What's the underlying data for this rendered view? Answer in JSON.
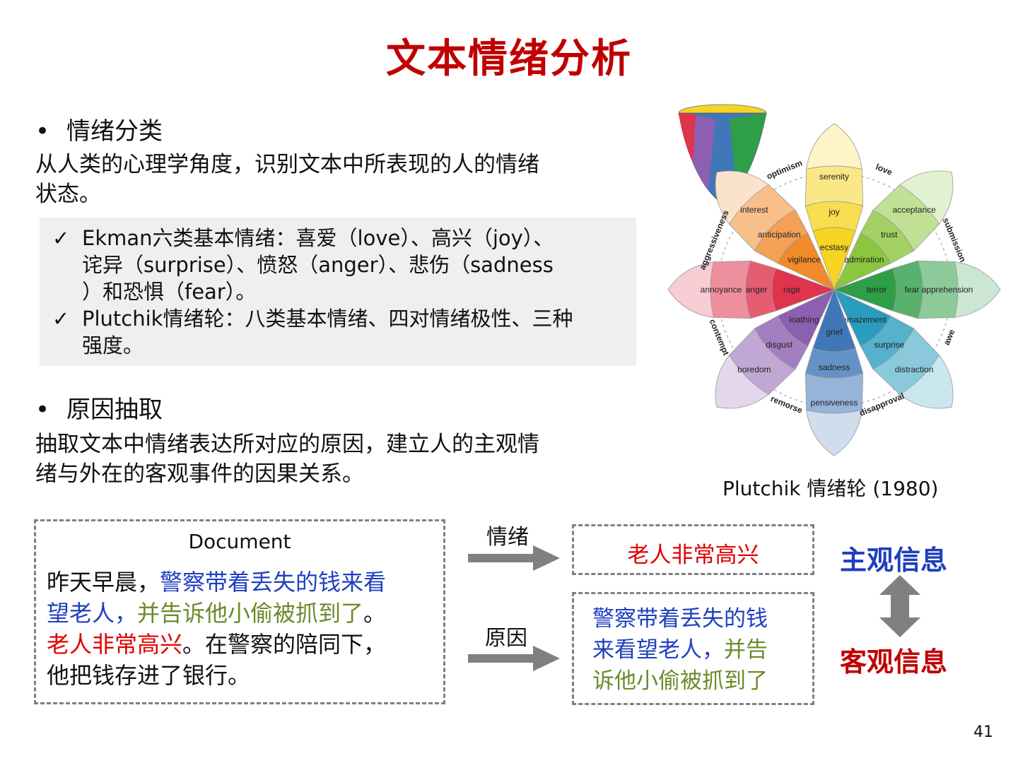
{
  "title": "文本情绪分析",
  "section1": {
    "bullet": "•",
    "heading": "情绪分类",
    "paragraph_line1": "从人类的心理学角度，识别文本中所表现的人的情绪",
    "paragraph_line2": "状态。",
    "checks": [
      {
        "mark": "✓",
        "lines": [
          "Ekman六类基本情绪：喜爱（love）、高兴（joy）、",
          "诧异（surprise）、愤怒（anger）、悲伤（sadness",
          "）和恐惧（fear）。"
        ]
      },
      {
        "mark": "✓",
        "lines": [
          "Plutchik情绪轮：八类基本情绪、四对情绪极性、三种",
          "强度。"
        ]
      }
    ]
  },
  "section2": {
    "bullet": "•",
    "heading": "原因抽取",
    "paragraph_line1": "抽取文本中情绪表达所对应的原因，建立人的主观情",
    "paragraph_line2": "绪与外在的客观事件的因果关系。"
  },
  "wheel": {
    "caption": "Plutchik 情绪轮 (1980)",
    "petals": [
      {
        "outer": "serenity",
        "middle": "joy",
        "inner": "ecstasy",
        "color": "#f5d423"
      },
      {
        "outer": "acceptance",
        "middle": "trust",
        "inner": "admiration",
        "color": "#8cc63f"
      },
      {
        "outer": "apprehension",
        "middle": "fear",
        "inner": "terror",
        "color": "#2e9e48"
      },
      {
        "outer": "distraction",
        "middle": "surprise",
        "inner": "amazement",
        "color": "#2a9dbf"
      },
      {
        "outer": "pensiveness",
        "middle": "sadness",
        "inner": "grief",
        "color": "#3f77b8"
      },
      {
        "outer": "boredom",
        "middle": "disgust",
        "inner": "loathing",
        "color": "#8c5fb0"
      },
      {
        "outer": "annoyance",
        "middle": "anger",
        "inner": "rage",
        "color": "#e0334d"
      },
      {
        "outer": "interest",
        "middle": "anticipation",
        "inner": "vigilance",
        "color": "#f08a2a"
      }
    ],
    "dyads": [
      "love",
      "submission",
      "awe",
      "disapproval",
      "remorse",
      "contempt",
      "aggressiveness",
      "optimism"
    ]
  },
  "example": {
    "doc_heading": "Document",
    "doc_lines": [
      [
        {
          "t": "昨天早晨，",
          "c": "black"
        },
        {
          "t": "警察带着丢失的钱来看",
          "c": "blue"
        }
      ],
      [
        {
          "t": "望老人，",
          "c": "blue"
        },
        {
          "t": "并告诉他小偷被抓到了",
          "c": "olive"
        },
        {
          "t": "。",
          "c": "black"
        }
      ],
      [
        {
          "t": "老人非常高兴",
          "c": "red"
        },
        {
          "t": "。在警察的陪同下，",
          "c": "black"
        }
      ],
      [
        {
          "t": "他把钱存进了银行。",
          "c": "black"
        }
      ]
    ],
    "emotion_label": "情绪",
    "cause_label": "原因",
    "emotion_text": "老人非常高兴",
    "cause_lines": [
      [
        {
          "t": "警察带着丢失的钱",
          "c": "blue"
        }
      ],
      [
        {
          "t": "来看望老人，",
          "c": "blue"
        },
        {
          "t": "并告",
          "c": "olive"
        }
      ],
      [
        {
          "t": "诉他小偷被抓到了",
          "c": "olive"
        }
      ]
    ],
    "subjective": "主观信息",
    "objective": "客观信息",
    "colors": {
      "blue": "#1f3fbf",
      "olive": "#6b8a2a",
      "red": "#e00000",
      "subjective": "#1f3fbf",
      "objective": "#c00000"
    }
  },
  "page_number": "41"
}
